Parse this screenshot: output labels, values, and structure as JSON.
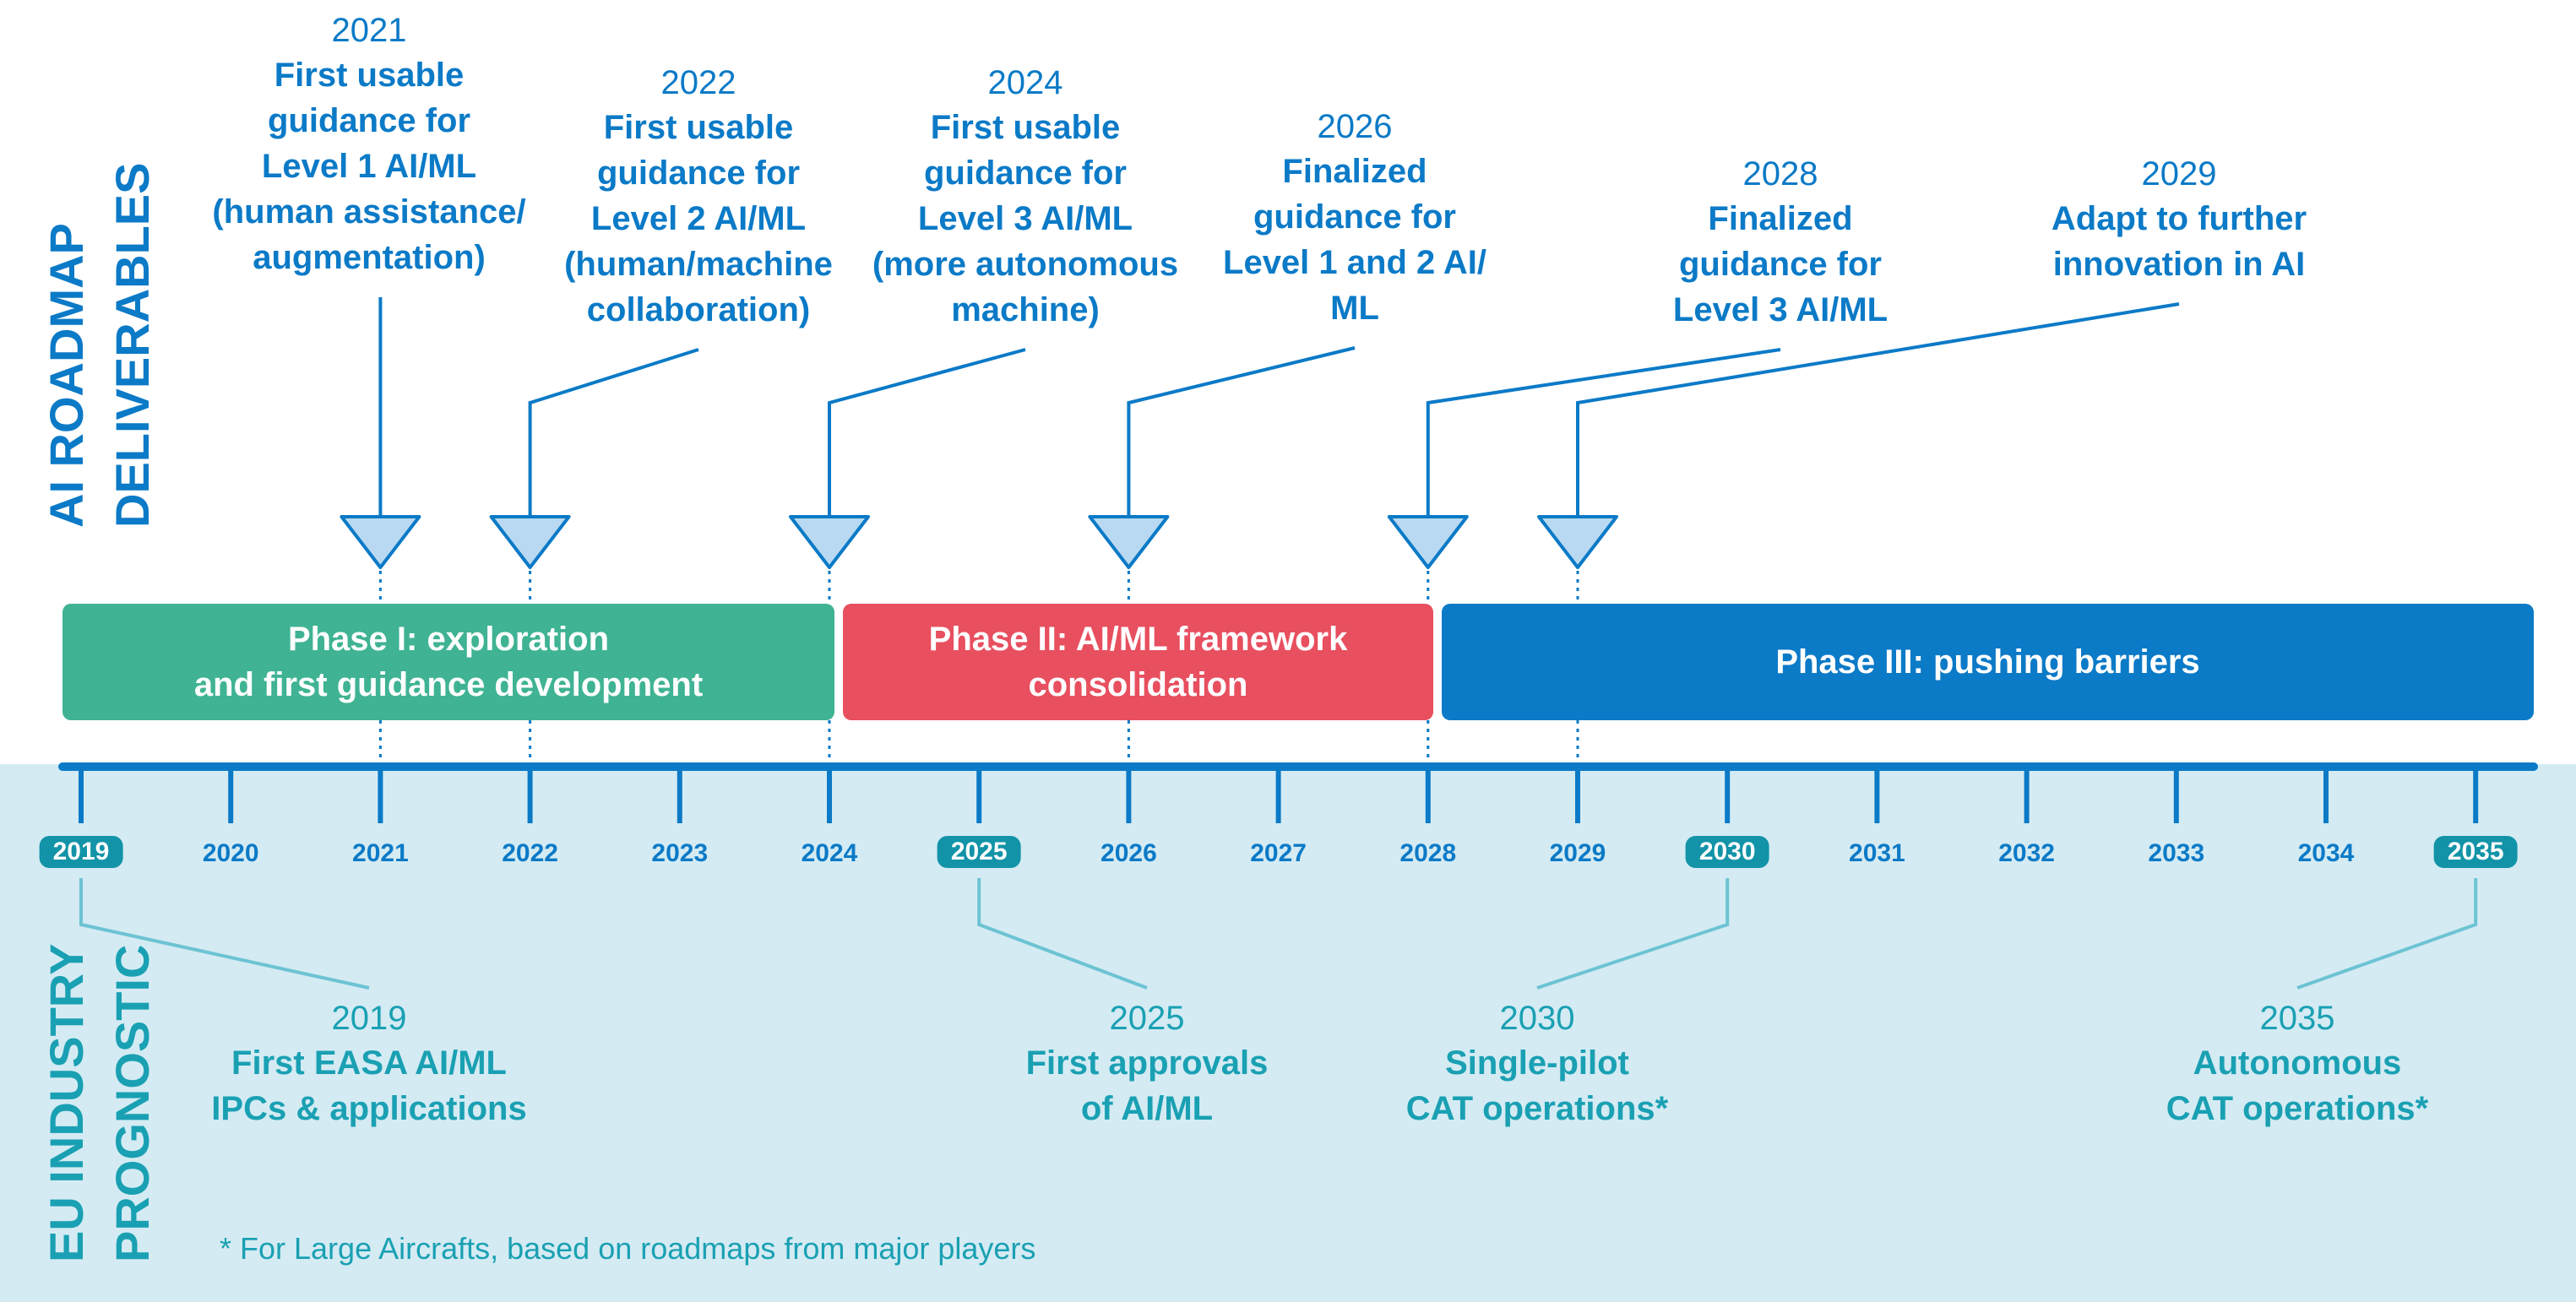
{
  "colors": {
    "deliverable_blue": "#0b7ac7",
    "industry_teal": "#1aa0b3",
    "industry_bg": "#d4ebf3",
    "phase1": "#3fb393",
    "phase2": "#e84f5f",
    "phase3": "#0b7ac7",
    "triangle_fill": "#b9d9f2"
  },
  "titles": {
    "deliverables": [
      "AI ROADMAP",
      "DELIVERABLES"
    ],
    "industry": [
      "EU INDUSTRY",
      "PROGNOSTIC"
    ]
  },
  "phases": [
    {
      "label": "Phase I: exploration\nand first guidance development"
    },
    {
      "label": "Phase II: AI/ML framework\nconsolidation"
    },
    {
      "label": "Phase III: pushing barriers"
    }
  ],
  "years": [
    "2019",
    "2020",
    "2021",
    "2022",
    "2023",
    "2024",
    "2025",
    "2026",
    "2027",
    "2028",
    "2029",
    "2030",
    "2031",
    "2032",
    "2033",
    "2034",
    "2035"
  ],
  "highlighted_years": [
    "2019",
    "2025",
    "2030",
    "2035"
  ],
  "deliverables": [
    {
      "year": "2021",
      "lines": [
        "First usable",
        "guidance for",
        "Level 1 AI/ML",
        "(human assistance/",
        "augmentation)"
      ]
    },
    {
      "year": "2022",
      "lines": [
        "First usable",
        "guidance for",
        "Level 2 AI/ML",
        "(human/machine",
        "collaboration)"
      ]
    },
    {
      "year": "2024",
      "lines": [
        "First usable",
        "guidance for",
        "Level 3 AI/ML",
        "(more autonomous",
        "machine)"
      ]
    },
    {
      "year": "2026",
      "lines": [
        "Finalized",
        "guidance for",
        "Level 1 and 2 AI/",
        "ML"
      ]
    },
    {
      "year": "2028",
      "lines": [
        "Finalized",
        "guidance for",
        "Level 3 AI/ML"
      ]
    },
    {
      "year": "2029",
      "lines": [
        "Adapt to further",
        "innovation in AI"
      ]
    }
  ],
  "prognostics": [
    {
      "year": "2019",
      "lines": [
        "First EASA AI/ML",
        "IPCs & applications"
      ]
    },
    {
      "year": "2025",
      "lines": [
        "First approvals",
        "of AI/ML"
      ]
    },
    {
      "year": "2030",
      "lines": [
        "Single-pilot",
        "CAT operations*"
      ]
    },
    {
      "year": "2035",
      "lines": [
        "Autonomous",
        "CAT operations*"
      ]
    }
  ],
  "footnote": "* For Large Aircrafts, based on roadmaps from major players"
}
